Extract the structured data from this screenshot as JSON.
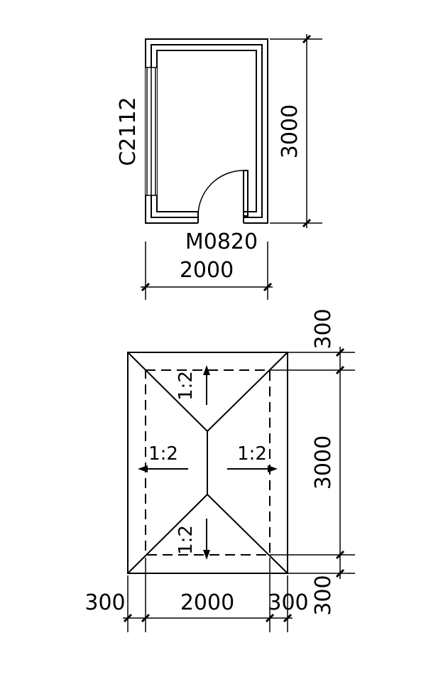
{
  "plan": {
    "window_label": "C2112",
    "door_label": "M0820",
    "width_dim": "2000",
    "height_dim": "3000"
  },
  "roof": {
    "slope_top": "1:2",
    "slope_left": "1:2",
    "slope_right": "1:2",
    "slope_bottom": "1:2",
    "overhang_top": "300",
    "height_dim": "3000",
    "overhang_bottom": "300",
    "overhang_left": "300",
    "width_dim": "2000",
    "overhang_right": "300"
  }
}
